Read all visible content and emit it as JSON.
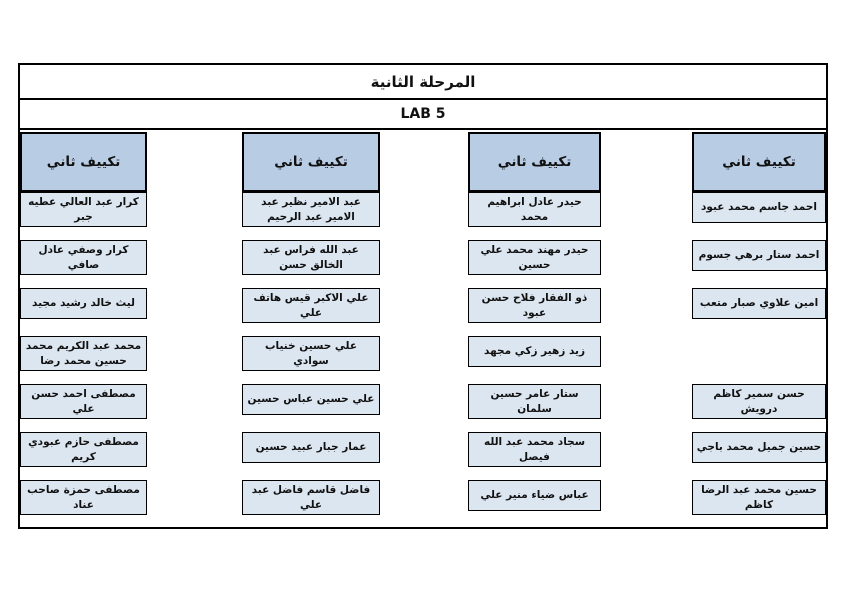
{
  "page": {
    "title": "المرحلة الثانية",
    "subtitle": "LAB 5"
  },
  "colors": {
    "group_header_fill": "#b8cce4",
    "name_cell_fill": "#dce6f1",
    "border": "#000000",
    "page_background": "#ffffff"
  },
  "columns": [
    {
      "position": "rightmost",
      "header": "تكييف ثاني",
      "names": [
        "احمد جاسم محمد عبود",
        "احمد ستار برهي جسوم",
        "امين علاوي صبار متعب",
        "",
        "حسن سمير كاظم درويش",
        "حسين جميل محمد باجي",
        "حسين محمد عبد الرضا كاظم"
      ]
    },
    {
      "position": "center-right",
      "header": "تكييف ثاني",
      "names": [
        "حيدر عادل ابراهيم محمد",
        "حيدر مهند محمد علي حسين",
        "ذو الفقار فلاح حسن عبود",
        "زيد زهير زكي مجهد",
        "ستار عامر حسين سلمان",
        "سجاد محمد عبد الله فيصل",
        "عباس ضياء منير علي"
      ]
    },
    {
      "position": "center-left",
      "header": "تكييف ثاني",
      "names": [
        "عبد الامير نظير عبد الامير عبد الرحيم",
        "عبد الله فراس عبد الخالق حسن",
        "علي الاكبر قيس هاتف علي",
        "علي حسين خنياب سوادي",
        "علي حسين عباس حسين",
        "عمار جبار عبيد حسين",
        "فاضل قاسم فاضل عبد علي"
      ]
    },
    {
      "position": "leftmost",
      "header": "تكييف ثاني",
      "names": [
        "كرار عبد العالي عطيه جبر",
        "كرار وصفي عادل صافي",
        "ليث خالد رشيد مجيد",
        "محمد عبد الكريم محمد حسين محمد رضا",
        "مصطفى احمد حسن علي",
        "مصطفى حازم عبودي كريم",
        "مصطفى حمزة صاحب عناد"
      ]
    }
  ]
}
